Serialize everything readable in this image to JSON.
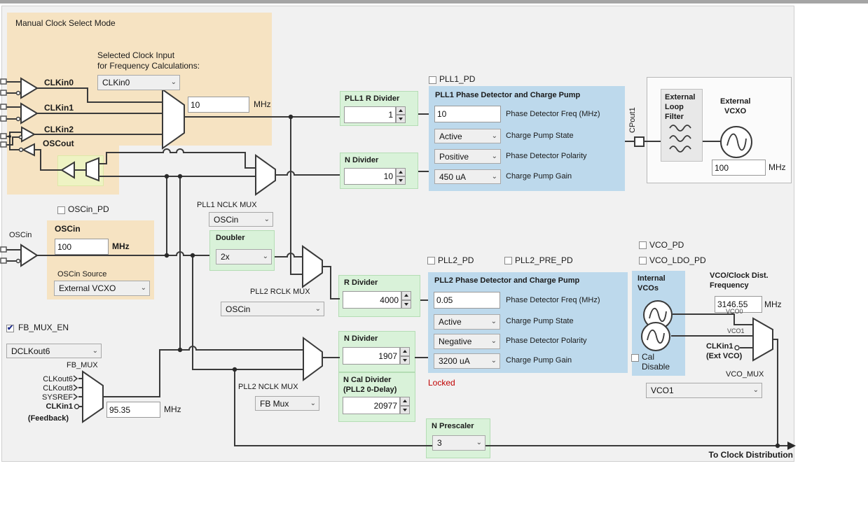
{
  "panel": {
    "title": "Manual Clock Select Mode"
  },
  "clock_select": {
    "label_line1": "Selected Clock Input",
    "label_line2": "for Frequency Calculations:",
    "selected_input": "CLKin0",
    "freq": "10",
    "freq_unit": "MHz",
    "clkin0": "CLKin0",
    "clkin1": "CLKin1",
    "clkin2": "CLKin2",
    "oscout": "OSCout"
  },
  "oscin": {
    "pd_label": "OSCin_PD",
    "pin_label": "OSCin",
    "box_title": "OSCin",
    "freq": "100",
    "freq_unit": "MHz",
    "source_label": "OSCin Source",
    "source": "External VCXO"
  },
  "pll1": {
    "pd_label": "PLL1_PD",
    "r_divider_title": "PLL1 R Divider",
    "r_divider": "1",
    "n_divider_title": "N Divider",
    "n_divider": "10",
    "nclk_mux_label": "PLL1 NCLK MUX",
    "nclk_mux": "OSCin",
    "pdcp_title": "PLL1 Phase Detector and Charge Pump",
    "pd_freq": "10",
    "pd_freq_label": "Phase Detector Freq (MHz)",
    "cp_state": "Active",
    "cp_state_label": "Charge Pump State",
    "pd_polarity": "Positive",
    "pd_polarity_label": "Phase Detector Polarity",
    "cp_gain": "450 uA",
    "cp_gain_label": "Charge Pump Gain",
    "cpout_label": "CPout1"
  },
  "doubler": {
    "title": "Doubler",
    "value": "2x"
  },
  "pll2": {
    "pd_label": "PLL2_PD",
    "pre_pd_label": "PLL2_PRE_PD",
    "rclk_mux_label": "PLL2 RCLK MUX",
    "rclk_mux": "OSCin",
    "r_divider_title": "R Divider",
    "r_divider": "4000",
    "nclk_mux_label": "PLL2 NCLK MUX",
    "nclk_mux": "FB Mux",
    "n_divider_title": "N Divider",
    "n_divider": "1907",
    "n_cal_title_line1": "N Cal Divider",
    "n_cal_title_line2": "(PLL2 0-Delay)",
    "n_cal_divider": "20977",
    "pdcp_title": "PLL2 Phase Detector and Charge Pump",
    "pd_freq": "0.05",
    "pd_freq_label": "Phase Detector Freq (MHz)",
    "cp_state": "Active",
    "cp_state_label": "Charge Pump State",
    "pd_polarity": "Negative",
    "pd_polarity_label": "Phase Detector Polarity",
    "cp_gain": "3200 uA",
    "cp_gain_label": "Charge Pump Gain",
    "lock_status": "Locked",
    "prescaler_title": "N Prescaler",
    "prescaler": "3"
  },
  "external": {
    "loop_filter_line1": "External",
    "loop_filter_line2": "Loop",
    "loop_filter_line3": "Filter",
    "vcxo_line1": "External",
    "vcxo_line2": "VCXO",
    "vcxo_freq": "100",
    "freq_unit": "MHz"
  },
  "vco": {
    "pd_label": "VCO_PD",
    "ldo_pd_label": "VCO_LDO_PD",
    "box_title_line1": "Internal",
    "box_title_line2": "VCOs",
    "cal_line1": "Cal",
    "cal_line2": "Disable",
    "freq_title_line1": "VCO/Clock Dist.",
    "freq_title_line2": "Frequency",
    "freq": "3146.55",
    "freq_unit": "MHz",
    "vco0_label": "VCO0",
    "vco1_label": "VCO1",
    "ext_line1": "CLKin1",
    "ext_line2": "(Ext VCO)",
    "mux_label": "VCO_MUX",
    "mux": "VCO1"
  },
  "fb": {
    "enable_label": "FB_MUX_EN",
    "source": "DCLKout6",
    "mux_label": "FB_MUX",
    "inputs": [
      "CLKout6",
      "CLKout8",
      "SYSREF",
      "CLKin1"
    ],
    "feedback_label": "(Feedback)",
    "freq": "95.35",
    "freq_unit": "MHz"
  },
  "footer": {
    "to_clock_distribution": "To Clock Distribution"
  },
  "colors": {
    "tan": "#f6e3c2",
    "green": "#d9f2d9",
    "blue": "#bdd9ec",
    "yellow": "#eef3c3",
    "locked_red": "#c00000"
  }
}
